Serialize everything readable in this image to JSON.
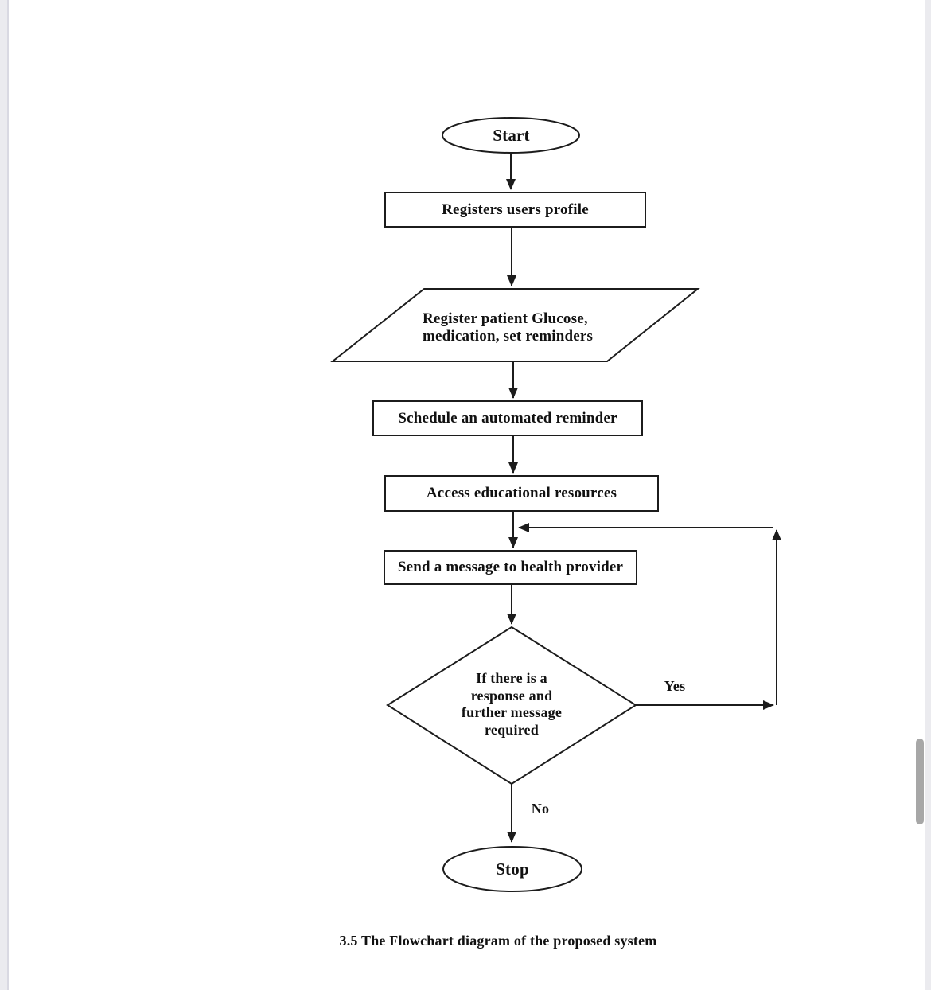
{
  "page": {
    "background_color": "#ffffff",
    "edge_strip_color": "#ebebef",
    "scrollbar_thumb_color": "#a7a7a7",
    "caption": "3.5 The Flowchart diagram of the proposed system"
  },
  "flowchart": {
    "type": "flowchart",
    "stroke_color": "#1c1c1c",
    "text_color": "#111111",
    "nodes": {
      "start": {
        "shape": "terminator",
        "label": "Start"
      },
      "register_profile": {
        "shape": "process",
        "label": "Registers users profile"
      },
      "register_data": {
        "shape": "data-parallelogram",
        "label": "Register patient Glucose,\nmedication, set reminders"
      },
      "schedule_reminder": {
        "shape": "process",
        "label": "Schedule an automated reminder"
      },
      "access_resources": {
        "shape": "process",
        "label": "Access educational resources"
      },
      "send_message": {
        "shape": "process",
        "label": "Send a message to health provider"
      },
      "decision": {
        "shape": "decision",
        "label": "If there is a\nresponse and\nfurther message\nrequired"
      },
      "stop": {
        "shape": "terminator",
        "label": "Stop"
      }
    },
    "edge_labels": {
      "yes": "Yes",
      "no": "No"
    },
    "edges": [
      {
        "from": "start",
        "to": "register_profile",
        "label": ""
      },
      {
        "from": "register_profile",
        "to": "register_data",
        "label": ""
      },
      {
        "from": "register_data",
        "to": "schedule_reminder",
        "label": ""
      },
      {
        "from": "schedule_reminder",
        "to": "access_resources",
        "label": ""
      },
      {
        "from": "access_resources",
        "to": "send_message",
        "label": ""
      },
      {
        "from": "send_message",
        "to": "decision",
        "label": ""
      },
      {
        "from": "decision",
        "to": "stop",
        "label": "No"
      },
      {
        "from": "decision",
        "to": "send_message",
        "label": "Yes",
        "route": "right-loop-up"
      }
    ]
  }
}
